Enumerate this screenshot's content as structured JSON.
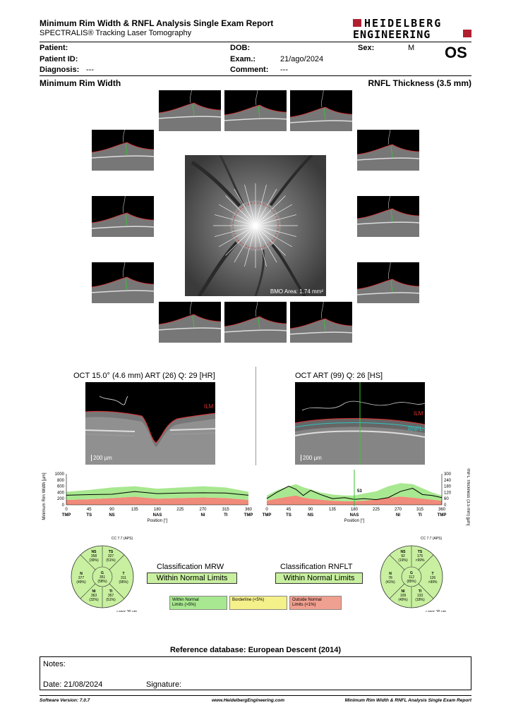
{
  "header": {
    "title": "Minimum Rim Width & RNFL Analysis Single Exam Report",
    "subtitle": "SPECTRALIS® Tracking Laser Tomography",
    "brand_line1": "HEIDELBERG",
    "brand_line2": "ENGINEERING",
    "eye": "OS"
  },
  "patient": {
    "patient_label": "Patient:",
    "patient_id_label": "Patient ID:",
    "diagnosis_label": "Diagnosis:",
    "diagnosis_value": "---",
    "dob_label": "DOB:",
    "exam_label": "Exam.:",
    "exam_value": "21/ago/2024",
    "comment_label": "Comment:",
    "comment_value": "---",
    "sex_label": "Sex:",
    "sex_value": "M"
  },
  "sections": {
    "mrw": "Minimum Rim Width",
    "rnfl": "RNFL Thickness (3.5 mm)"
  },
  "fundus": {
    "bmo_area": "BMO Area: 1.74 mm²"
  },
  "oct_left": {
    "caption": "OCT 15.0° (4.6 mm) ART (26) Q: 29 [HR]",
    "ilm": "ILM",
    "scale": "200 µm"
  },
  "oct_right": {
    "caption": "OCT ART (99) Q: 26 [HS]",
    "ilm": "ILM",
    "rnfl": "RNFL",
    "scale": "200 µm"
  },
  "chart_data": [
    {
      "type": "line",
      "ylabel": "Minimum Rim Width [µm]",
      "xlabel": "Position [°]",
      "ylim": [
        0,
        1000
      ],
      "yticks": [
        "1000",
        "800",
        "600",
        "400",
        "200",
        "0"
      ],
      "xticks": [
        "0",
        "45",
        "90",
        "135",
        "180",
        "225",
        "270",
        "315",
        "360"
      ],
      "region_labels": [
        "TMP",
        "TS",
        "NS",
        "NAS",
        "NI",
        "TI",
        "TMP"
      ],
      "x": [
        0,
        45,
        90,
        135,
        180,
        225,
        270,
        315,
        360
      ],
      "values": [
        310,
        330,
        340,
        430,
        360,
        380,
        390,
        380,
        310
      ],
      "normal_upper": [
        420,
        480,
        560,
        600,
        520,
        560,
        600,
        560,
        420
      ],
      "normal_lower": [
        160,
        180,
        220,
        260,
        200,
        220,
        240,
        220,
        160
      ]
    },
    {
      "type": "line",
      "ylabel": "RNFL Thickness (3.5 mm) [µm]",
      "xlabel": "Position [°]",
      "ylim": [
        0,
        300
      ],
      "yticks": [
        "300",
        "240",
        "180",
        "120",
        "60",
        "0"
      ],
      "xticks": [
        "0",
        "45",
        "90",
        "135",
        "180",
        "225",
        "270",
        "315",
        "360"
      ],
      "region_labels": [
        "TMP",
        "TS",
        "NS",
        "NAS",
        "NI",
        "TI",
        "TMP"
      ],
      "marker_label": "53",
      "marker_x": 180,
      "x": [
        0,
        20,
        45,
        60,
        75,
        90,
        110,
        135,
        160,
        180,
        200,
        225,
        250,
        275,
        300,
        320,
        340,
        360
      ],
      "values": [
        60,
        120,
        180,
        150,
        90,
        140,
        100,
        60,
        70,
        53,
        60,
        50,
        70,
        130,
        160,
        100,
        90,
        70
      ],
      "normal_upper": [
        90,
        140,
        180,
        200,
        170,
        150,
        120,
        100,
        90,
        90,
        110,
        130,
        180,
        210,
        200,
        160,
        120,
        90
      ],
      "normal_lower": [
        40,
        60,
        80,
        90,
        70,
        60,
        50,
        40,
        35,
        35,
        40,
        50,
        70,
        80,
        70,
        60,
        50,
        40
      ]
    }
  ],
  "pie_left": {
    "title": "CC 7.7 (APS)",
    "footer": "△asoc 30 µm",
    "NS": [
      "NS",
      "358",
      "(39%)"
    ],
    "TS": [
      "TS",
      "327",
      "(51%)"
    ],
    "N": [
      "N",
      "377",
      "(49%)"
    ],
    "G": [
      "G",
      "351",
      "(58%)"
    ],
    "T": [
      "T",
      "311",
      "(95%)"
    ],
    "NI": [
      "NI",
      "363",
      "(32%)"
    ],
    "TI": [
      "TI",
      "357",
      "(51%)"
    ]
  },
  "pie_right": {
    "title": "CC 7.7 (APS)",
    "footer": "△asoc 30 µm",
    "NS": [
      "NS",
      "92",
      "(19%)"
    ],
    "TS": [
      "TS",
      "175",
      ">99%"
    ],
    "N": [
      "N",
      "78",
      "(41%)"
    ],
    "G": [
      "G",
      "112",
      "(85%)"
    ],
    "T": [
      "T",
      "126",
      ">99%"
    ],
    "NI": [
      "NI",
      "109",
      "(49%)"
    ],
    "TI": [
      "TI",
      "133",
      "(18%)"
    ]
  },
  "classification": {
    "mrw_title": "Classification MRW",
    "mrw_value": "Within Normal Limits",
    "rnfl_title": "Classification RNFLT",
    "rnfl_value": "Within Normal Limits"
  },
  "legend": {
    "green_line1": "Within Normal",
    "green_line2": "Limits (>5%)",
    "yellow": "Borderline (<5%)",
    "red_line1": "Outside Normal",
    "red_line2": "Limits (<1%)"
  },
  "reference": "Reference database: European Descent (2014)",
  "notes": {
    "label": "Notes:",
    "date_label": "Date: 21/08/2024",
    "signature_label": "Signature:"
  },
  "footer": {
    "software": "Software Version: 7.0.7",
    "website": "www.HeidelbergEngineering.com",
    "report": "Minimum Rim Width & RNFL Analysis Single Exam Report"
  },
  "colors": {
    "normal_green": "#8fdc6a",
    "borderline_yellow": "#f4f08a",
    "outside_red": "#f08a7a",
    "brand_red": "#b02030"
  }
}
